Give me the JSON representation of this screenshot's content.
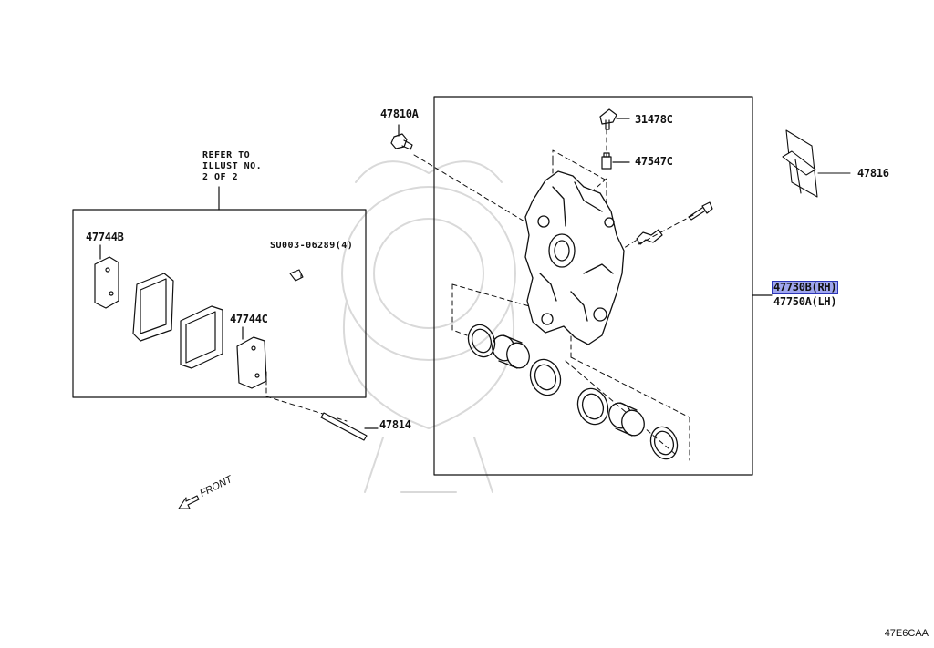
{
  "diagram": {
    "reference_note": [
      "REFER TO",
      "ILLUST NO.",
      "2 OF 2"
    ],
    "front_label": "FRONT",
    "illustration_code": "47E6CAA",
    "parts": {
      "p47810A": "47810A",
      "p31478C": "31478C",
      "p47547C": "47547C",
      "p47816": "47816",
      "p47730B": "47730B(RH)",
      "p47750A": "47750A(LH)",
      "p47744B": "47744B",
      "pSU003": "SU003-06289(4)",
      "p47744C": "47744C",
      "p47814": "47814"
    },
    "highlighted_part": "47730B(RH)"
  }
}
